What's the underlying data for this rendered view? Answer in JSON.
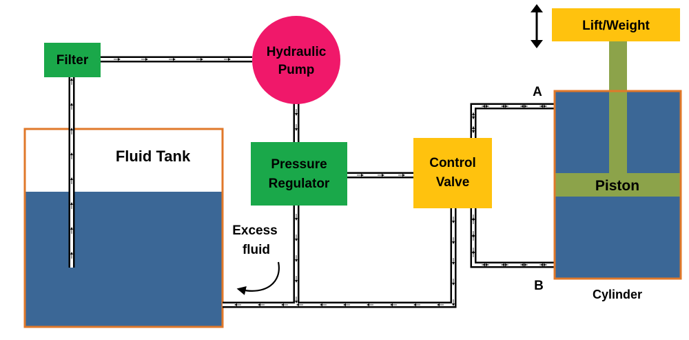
{
  "labels": {
    "filter": "Filter",
    "pump_line1": "Hydraulic",
    "pump_line2": "Pump",
    "tank": "Fluid Tank",
    "regulator_line1": "Pressure",
    "regulator_line2": "Regulator",
    "valve_line1": "Control",
    "valve_line2": "Valve",
    "load": "Lift/Weight",
    "piston": "Piston",
    "cylinder": "Cylinder",
    "port_a": "A",
    "port_b": "B",
    "excess_line1": "Excess",
    "excess_line2": "fluid"
  },
  "colors": {
    "fluid": "#3b6796",
    "tank_border": "#e0782a",
    "filter": "#1aa84a",
    "pump": "#f0186a",
    "regulator": "#1aa84a",
    "valve": "#ffc20e",
    "load": "#ffc20e",
    "rod": "#8ca34a",
    "pipe_outline": "#000000",
    "pipe_fill": "#ffffff"
  },
  "icons": {
    "flow_arrow": "arrowhead",
    "motion_indicator": "double-headed-vertical-arrow",
    "excess_return": "curved-arrow"
  }
}
